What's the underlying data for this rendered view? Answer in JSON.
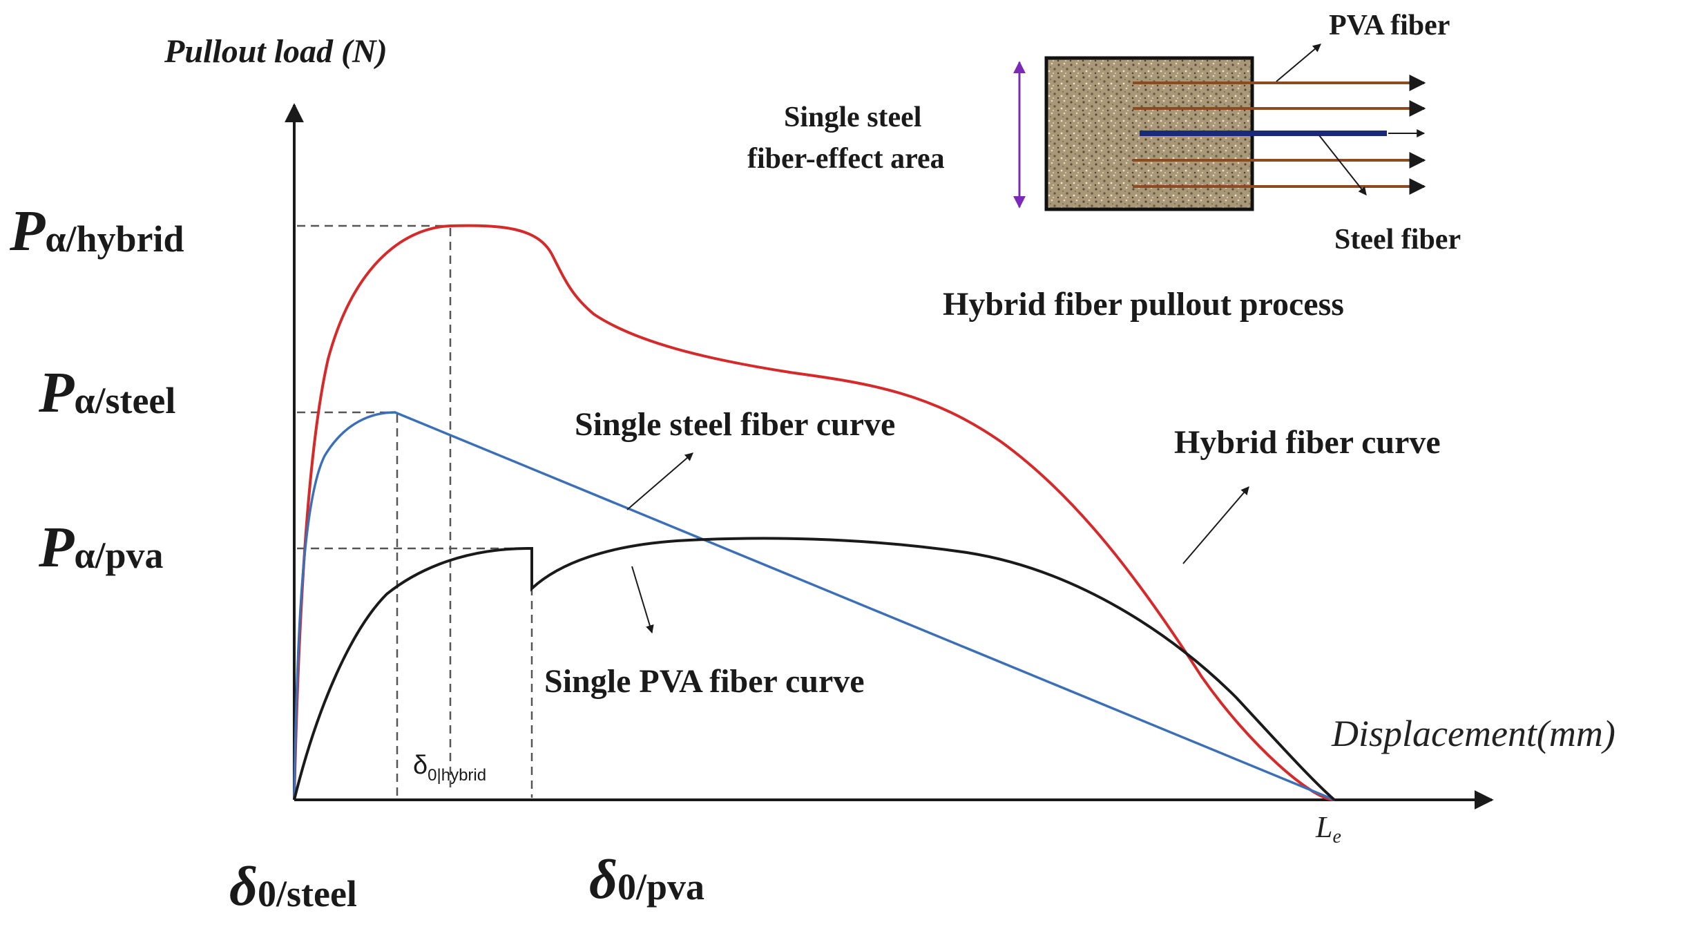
{
  "axes": {
    "y_label": "Pullout load (N)",
    "x_label": "Displacement(mm)",
    "x_end_label": "L",
    "x_end_sub": "e"
  },
  "y_ticks": [
    {
      "main": "P",
      "sub": "α/hybrid"
    },
    {
      "main": "P",
      "sub": "α/steel"
    },
    {
      "main": "P",
      "sub": "α/pva"
    }
  ],
  "x_ticks": [
    {
      "main": "δ",
      "sub": "0/steel"
    },
    {
      "main": "δ",
      "sub": "0/pva"
    }
  ],
  "delta_hybrid": {
    "main": "δ",
    "sub": "0|hybrid"
  },
  "curve_labels": {
    "steel": "Single steel fiber curve",
    "hybrid": "Hybrid fiber curve",
    "pva": "Single PVA fiber curve"
  },
  "inset": {
    "pva_fiber": "PVA fiber",
    "steel_fiber": "Steel fiber",
    "area_line1": "Single steel",
    "area_line2": "fiber-effect area",
    "caption": "Hybrid fiber pullout process"
  },
  "colors": {
    "hybrid": "#d62a2a",
    "steel": "#3b6fb8",
    "pva": "#1a1a1a",
    "axis": "#1a1a1a",
    "dashed": "#555555",
    "area_arrow": "#7b2ab8",
    "pva_fiber": "#8b4a1f",
    "steel_fiber": "#1a2a7a",
    "matrix": "#a89878"
  }
}
